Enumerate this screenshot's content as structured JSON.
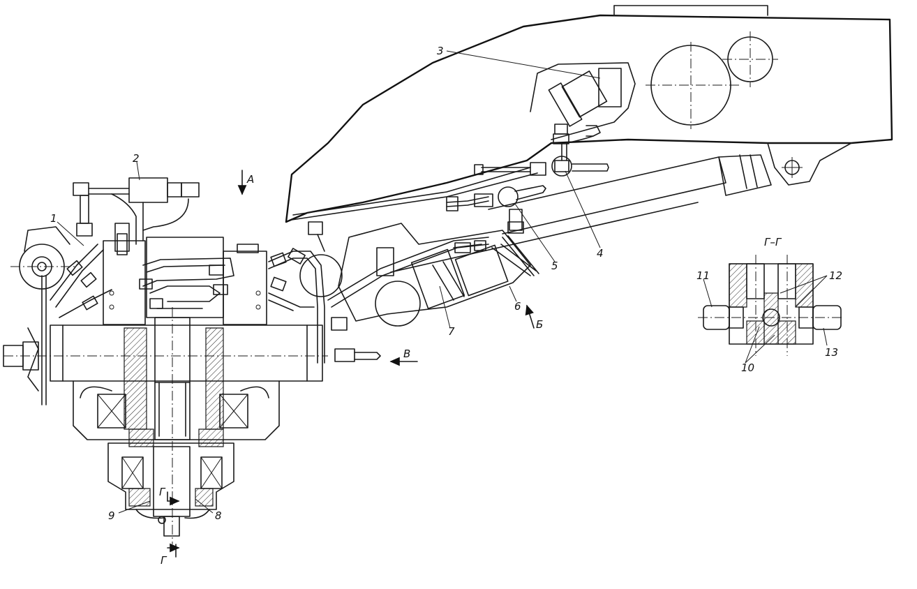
{
  "callouts": {
    "c1": "1",
    "c2": "2",
    "c3": "3",
    "c4": "4",
    "c5": "5",
    "c6": "6",
    "c7": "7",
    "c8": "8",
    "c9": "9",
    "c10": "10",
    "c11": "11",
    "c12": "12",
    "c13": "13"
  },
  "view_letters": {
    "a": "А",
    "b": "Б",
    "v": "В",
    "g_top": "Г",
    "g_bottom": "Г"
  },
  "section_title": "Г–Г"
}
